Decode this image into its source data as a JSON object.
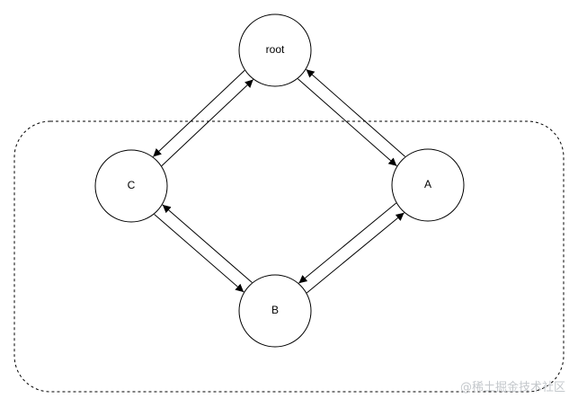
{
  "diagram": {
    "nodes": [
      {
        "id": "root",
        "label": "root"
      },
      {
        "id": "C",
        "label": "C"
      },
      {
        "id": "A",
        "label": "A"
      },
      {
        "id": "B",
        "label": "B"
      }
    ],
    "edges": [
      {
        "from": "C",
        "to": "root"
      },
      {
        "from": "root",
        "to": "C"
      },
      {
        "from": "root",
        "to": "A"
      },
      {
        "from": "A",
        "to": "root"
      },
      {
        "from": "C",
        "to": "B"
      },
      {
        "from": "B",
        "to": "C"
      },
      {
        "from": "B",
        "to": "A"
      },
      {
        "from": "A",
        "to": "B"
      }
    ],
    "group_style": "dashed-rounded"
  },
  "watermark": {
    "text": "@稀土掘金技术社区"
  },
  "colors": {
    "stroke": "#000000",
    "background": "#ffffff",
    "watermark": "#c4c8cc"
  }
}
